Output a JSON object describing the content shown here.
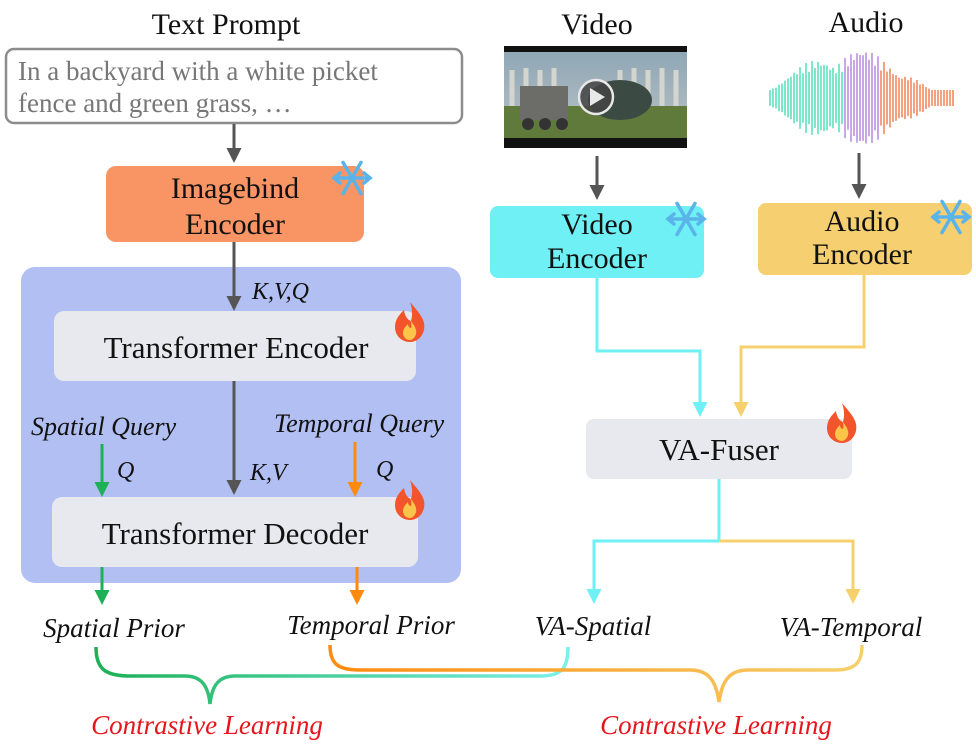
{
  "titles": {
    "text_prompt": "Text Prompt",
    "video": "Video",
    "audio": "Audio"
  },
  "prompt": {
    "line1": "In a backyard with a white picket",
    "line2": "fence and green grass, …"
  },
  "blocks": {
    "imagebind_line1": "Imagebind",
    "imagebind_line2": "Encoder",
    "video_enc_line1": "Video",
    "video_enc_line2": "Encoder",
    "audio_enc_line1": "Audio",
    "audio_enc_line2": "Encoder",
    "transformer_encoder": "Transformer Encoder",
    "transformer_decoder": "Transformer Decoder",
    "va_fuser": "VA-Fuser"
  },
  "labels": {
    "kvq": "K,V,Q",
    "kv": "K,V",
    "q_spatial": "Q",
    "q_temporal": "Q",
    "spatial_query": "Spatial Query",
    "temporal_query": "Temporal Query"
  },
  "outputs": {
    "spatial_prior": "Spatial Prior",
    "temporal_prior": "Temporal Prior",
    "va_spatial": "VA-Spatial",
    "va_temporal": "VA-Temporal"
  },
  "losses": {
    "left": "Contrastive Learning",
    "right": "Contrastive Learning"
  },
  "colors": {
    "imagebind": "#f99564",
    "video_encoder": "#6ef0f4",
    "audio_encoder": "#f5cf70",
    "transformer_panel": "#b2bff2",
    "block_gray": "#e8e9ee",
    "spatial_green": "#1db056",
    "temporal_orange": "#ff8a0d",
    "cyan_line": "#6ef0f4",
    "yellow_line": "#f6d06d",
    "contrastive_red": "#e8141c"
  },
  "icons": [
    "snowflake-icon",
    "fire-icon",
    "play-icon"
  ]
}
